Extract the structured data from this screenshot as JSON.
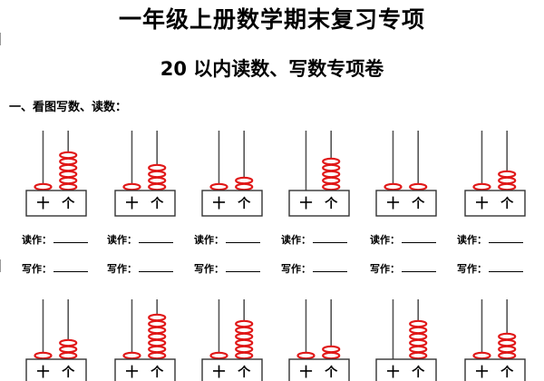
{
  "title": "一年级上册数学期末复习专项",
  "subtitle": "20 以内读数、写数专项卷",
  "section_heading": "一、看图写数、读数：",
  "label_read": "读作：",
  "label_write": "写作：",
  "place_tens": "十",
  "place_ones": "个",
  "colors": {
    "bead": "#e01818",
    "rod": "#555555"
  },
  "row1": [
    {
      "tens": 1,
      "ones": 6
    },
    {
      "tens": 1,
      "ones": 4
    },
    {
      "tens": 1,
      "ones": 2
    },
    {
      "tens": 0,
      "ones": 5
    },
    {
      "tens": 1,
      "ones": 1
    },
    {
      "tens": 1,
      "ones": 3
    }
  ],
  "row2": [
    {
      "tens": 1,
      "ones": 3
    },
    {
      "tens": 1,
      "ones": 7
    },
    {
      "tens": 1,
      "ones": 6
    },
    {
      "tens": 1,
      "ones": 2
    },
    {
      "tens": 0,
      "ones": 6
    },
    {
      "tens": 1,
      "ones": 4
    }
  ]
}
